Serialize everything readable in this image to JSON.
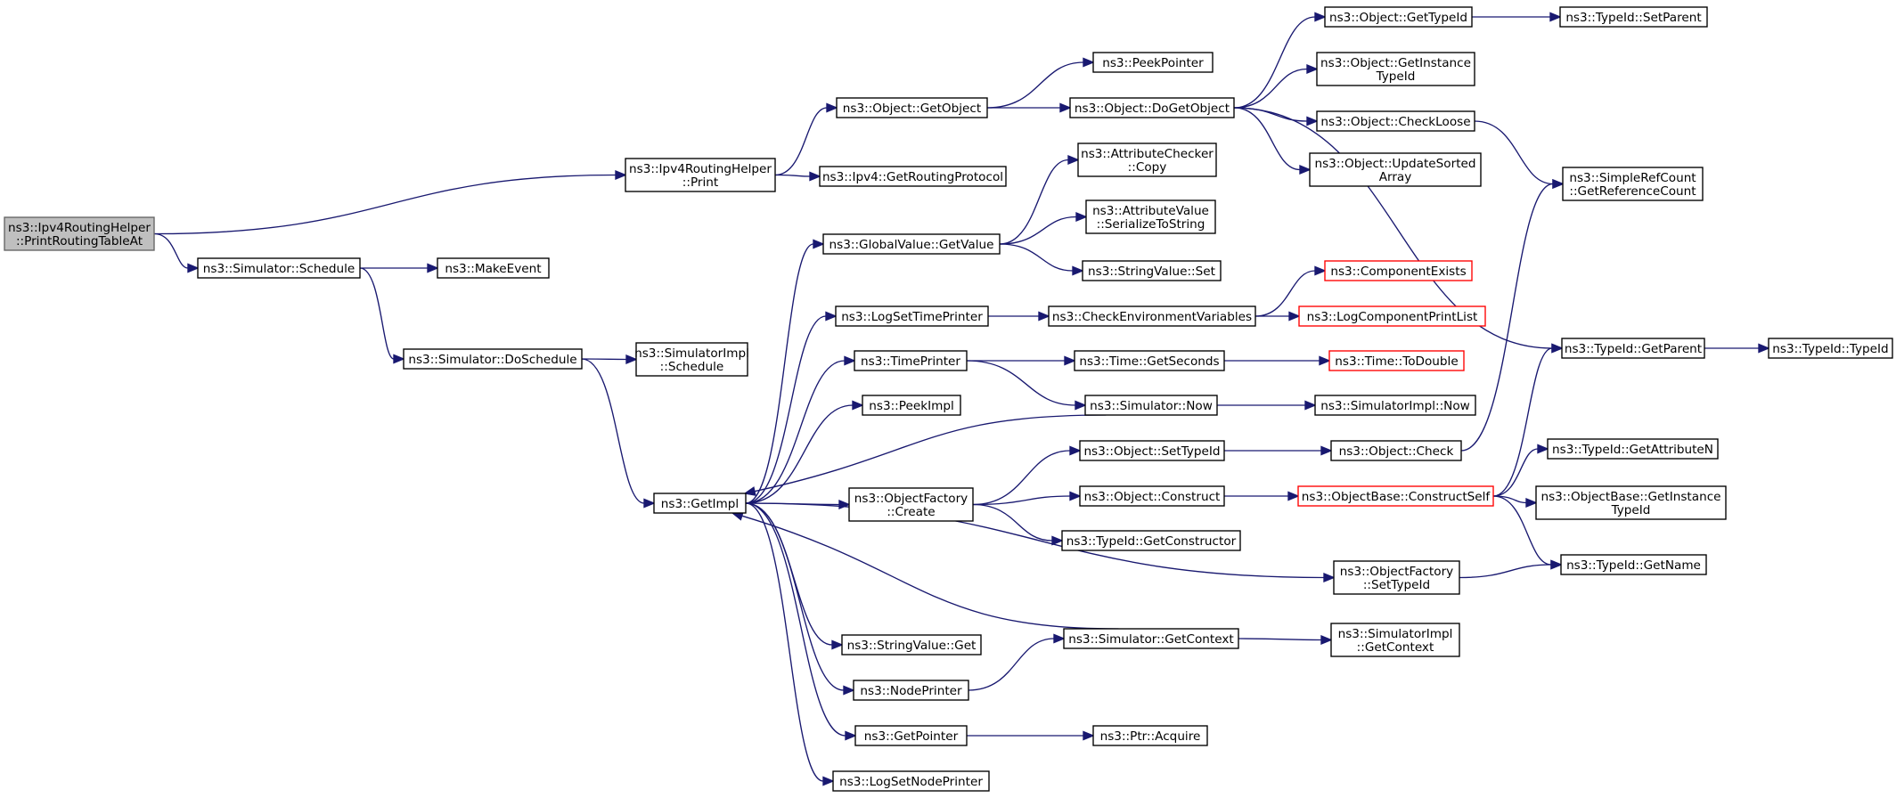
{
  "colors": {
    "edge": "#191970",
    "node_border": "#000000",
    "node_border_red": "#ff0000",
    "root_fill": "#bfbfbf",
    "root_border": "#666666",
    "background": "#ffffff"
  },
  "nodes": [
    {
      "id": "root",
      "lines": [
        "ns3::Ipv4RoutingHelper",
        "::PrintRoutingTableAt"
      ],
      "style": "root"
    },
    {
      "id": "ipv4rh_print",
      "lines": [
        "ns3::Ipv4RoutingHelper",
        "::Print"
      ]
    },
    {
      "id": "sim_schedule",
      "lines": [
        "ns3::Simulator::Schedule"
      ]
    },
    {
      "id": "make_event",
      "lines": [
        "ns3::MakeEvent"
      ]
    },
    {
      "id": "sim_doschedule",
      "lines": [
        "ns3::Simulator::DoSchedule"
      ]
    },
    {
      "id": "simimpl_schedule",
      "lines": [
        "ns3::SimulatorImpl",
        "::Schedule"
      ]
    },
    {
      "id": "getimpl",
      "lines": [
        "ns3::GetImpl"
      ]
    },
    {
      "id": "obj_getobject",
      "lines": [
        "ns3::Object::GetObject"
      ]
    },
    {
      "id": "ipv4_getrp",
      "lines": [
        "ns3::Ipv4::GetRoutingProtocol"
      ]
    },
    {
      "id": "peekpointer",
      "lines": [
        "ns3::PeekPointer"
      ]
    },
    {
      "id": "obj_dogetobject",
      "lines": [
        "ns3::Object::DoGetObject"
      ]
    },
    {
      "id": "obj_gettypeid",
      "lines": [
        "ns3::Object::GetTypeId"
      ]
    },
    {
      "id": "typeid_setparent",
      "lines": [
        "ns3::TypeId::SetParent"
      ]
    },
    {
      "id": "obj_getinstancetypeid",
      "lines": [
        "ns3::Object::GetInstance",
        "TypeId"
      ]
    },
    {
      "id": "obj_checkloose",
      "lines": [
        "ns3::Object::CheckLoose"
      ]
    },
    {
      "id": "obj_updatesorted",
      "lines": [
        "ns3::Object::UpdateSorted",
        "Array"
      ]
    },
    {
      "id": "simplerefcount",
      "lines": [
        "ns3::SimpleRefCount",
        "::GetReferenceCount"
      ]
    },
    {
      "id": "attrchecker_copy",
      "lines": [
        "ns3::AttributeChecker",
        "::Copy"
      ]
    },
    {
      "id": "attrvalue_ser",
      "lines": [
        "ns3::AttributeValue",
        "::SerializeToString"
      ]
    },
    {
      "id": "gv_getvalue",
      "lines": [
        "ns3::GlobalValue::GetValue"
      ]
    },
    {
      "id": "stringvalue_set",
      "lines": [
        "ns3::StringValue::Set"
      ]
    },
    {
      "id": "componentexists",
      "lines": [
        "ns3::ComponentExists"
      ],
      "style": "red"
    },
    {
      "id": "logsettimeprinter",
      "lines": [
        "ns3::LogSetTimePrinter"
      ]
    },
    {
      "id": "checkenv",
      "lines": [
        "ns3::CheckEnvironmentVariables"
      ]
    },
    {
      "id": "logcompprint",
      "lines": [
        "ns3::LogComponentPrintList"
      ],
      "style": "red"
    },
    {
      "id": "timeprinter",
      "lines": [
        "ns3::TimePrinter"
      ]
    },
    {
      "id": "time_getseconds",
      "lines": [
        "ns3::Time::GetSeconds"
      ]
    },
    {
      "id": "time_todouble",
      "lines": [
        "ns3::Time::ToDouble"
      ],
      "style": "red"
    },
    {
      "id": "typeid_getparent",
      "lines": [
        "ns3::TypeId::GetParent"
      ]
    },
    {
      "id": "typeid_typeid",
      "lines": [
        "ns3::TypeId::TypeId"
      ]
    },
    {
      "id": "peekimpl",
      "lines": [
        "ns3::PeekImpl"
      ]
    },
    {
      "id": "sim_now",
      "lines": [
        "ns3::Simulator::Now"
      ]
    },
    {
      "id": "simimpl_now",
      "lines": [
        "ns3::SimulatorImpl::Now"
      ]
    },
    {
      "id": "obj_settypeid",
      "lines": [
        "ns3::Object::SetTypeId"
      ]
    },
    {
      "id": "obj_check",
      "lines": [
        "ns3::Object::Check"
      ]
    },
    {
      "id": "typeid_getattrn",
      "lines": [
        "ns3::TypeId::GetAttributeN"
      ]
    },
    {
      "id": "objfactory_create",
      "lines": [
        "ns3::ObjectFactory",
        "::Create"
      ]
    },
    {
      "id": "obj_construct",
      "lines": [
        "ns3::Object::Construct"
      ]
    },
    {
      "id": "objbase_constructself",
      "lines": [
        "ns3::ObjectBase::ConstructSelf"
      ],
      "style": "red"
    },
    {
      "id": "objbase_getinstancetypeid",
      "lines": [
        "ns3::ObjectBase::GetInstance",
        "TypeId"
      ]
    },
    {
      "id": "typeid_getconstructor",
      "lines": [
        "ns3::TypeId::GetConstructor"
      ]
    },
    {
      "id": "objfactory_settypeid",
      "lines": [
        "ns3::ObjectFactory",
        "::SetTypeId"
      ]
    },
    {
      "id": "typeid_getname",
      "lines": [
        "ns3::TypeId::GetName"
      ]
    },
    {
      "id": "stringvalue_get",
      "lines": [
        "ns3::StringValue::Get"
      ]
    },
    {
      "id": "sim_getcontext",
      "lines": [
        "ns3::Simulator::GetContext"
      ]
    },
    {
      "id": "simimpl_getcontext",
      "lines": [
        "ns3::SimulatorImpl",
        "::GetContext"
      ]
    },
    {
      "id": "nodeprinter",
      "lines": [
        "ns3::NodePrinter"
      ]
    },
    {
      "id": "getpointer",
      "lines": [
        "ns3::GetPointer"
      ]
    },
    {
      "id": "ptr_acquire",
      "lines": [
        "ns3::Ptr::Acquire"
      ]
    },
    {
      "id": "logsetnodeprinter",
      "lines": [
        "ns3::LogSetNodePrinter"
      ]
    }
  ],
  "edges": [
    {
      "from": "root",
      "to": "ipv4rh_print"
    },
    {
      "from": "root",
      "to": "sim_schedule"
    },
    {
      "from": "ipv4rh_print",
      "to": "obj_getobject"
    },
    {
      "from": "ipv4rh_print",
      "to": "ipv4_getrp"
    },
    {
      "from": "obj_getobject",
      "to": "peekpointer"
    },
    {
      "from": "obj_getobject",
      "to": "obj_dogetobject"
    },
    {
      "from": "obj_dogetobject",
      "to": "obj_gettypeid"
    },
    {
      "from": "obj_dogetobject",
      "to": "obj_getinstancetypeid"
    },
    {
      "from": "obj_dogetobject",
      "to": "obj_checkloose"
    },
    {
      "from": "obj_dogetobject",
      "to": "obj_updatesorted"
    },
    {
      "from": "obj_dogetobject",
      "to": "typeid_getparent"
    },
    {
      "from": "obj_gettypeid",
      "to": "typeid_setparent"
    },
    {
      "from": "obj_checkloose",
      "to": "simplerefcount"
    },
    {
      "from": "sim_schedule",
      "to": "make_event"
    },
    {
      "from": "sim_schedule",
      "to": "sim_doschedule"
    },
    {
      "from": "sim_doschedule",
      "to": "simimpl_schedule"
    },
    {
      "from": "sim_doschedule",
      "to": "getimpl"
    },
    {
      "from": "getimpl",
      "to": "gv_getvalue"
    },
    {
      "from": "getimpl",
      "to": "logsettimeprinter"
    },
    {
      "from": "getimpl",
      "to": "timeprinter"
    },
    {
      "from": "getimpl",
      "to": "peekimpl"
    },
    {
      "from": "getimpl",
      "to": "objfactory_create"
    },
    {
      "from": "getimpl",
      "to": "objfactory_settypeid"
    },
    {
      "from": "getimpl",
      "to": "stringvalue_get"
    },
    {
      "from": "getimpl",
      "to": "nodeprinter"
    },
    {
      "from": "getimpl",
      "to": "getpointer"
    },
    {
      "from": "getimpl",
      "to": "logsetnodeprinter"
    },
    {
      "from": "gv_getvalue",
      "to": "attrchecker_copy"
    },
    {
      "from": "gv_getvalue",
      "to": "attrvalue_ser"
    },
    {
      "from": "gv_getvalue",
      "to": "stringvalue_set"
    },
    {
      "from": "logsettimeprinter",
      "to": "checkenv"
    },
    {
      "from": "checkenv",
      "to": "componentexists"
    },
    {
      "from": "checkenv",
      "to": "logcompprint"
    },
    {
      "from": "timeprinter",
      "to": "time_getseconds"
    },
    {
      "from": "timeprinter",
      "to": "sim_now"
    },
    {
      "from": "time_getseconds",
      "to": "time_todouble"
    },
    {
      "from": "sim_now",
      "to": "simimpl_now"
    },
    {
      "from": "sim_now",
      "to": "getimpl"
    },
    {
      "from": "objfactory_create",
      "to": "obj_settypeid"
    },
    {
      "from": "objfactory_create",
      "to": "obj_construct"
    },
    {
      "from": "objfactory_create",
      "to": "typeid_getconstructor"
    },
    {
      "from": "obj_settypeid",
      "to": "obj_check"
    },
    {
      "from": "obj_check",
      "to": "simplerefcount"
    },
    {
      "from": "obj_construct",
      "to": "objbase_constructself"
    },
    {
      "from": "objbase_constructself",
      "to": "typeid_getparent"
    },
    {
      "from": "objbase_constructself",
      "to": "typeid_getattrn"
    },
    {
      "from": "objbase_constructself",
      "to": "objbase_getinstancetypeid"
    },
    {
      "from": "objbase_constructself",
      "to": "typeid_getname"
    },
    {
      "from": "typeid_getparent",
      "to": "typeid_typeid"
    },
    {
      "from": "objfactory_settypeid",
      "to": "typeid_getname"
    },
    {
      "from": "sim_getcontext",
      "to": "simimpl_getcontext"
    },
    {
      "from": "sim_getcontext",
      "to": "getimpl"
    },
    {
      "from": "nodeprinter",
      "to": "sim_getcontext"
    },
    {
      "from": "getpointer",
      "to": "ptr_acquire"
    }
  ]
}
